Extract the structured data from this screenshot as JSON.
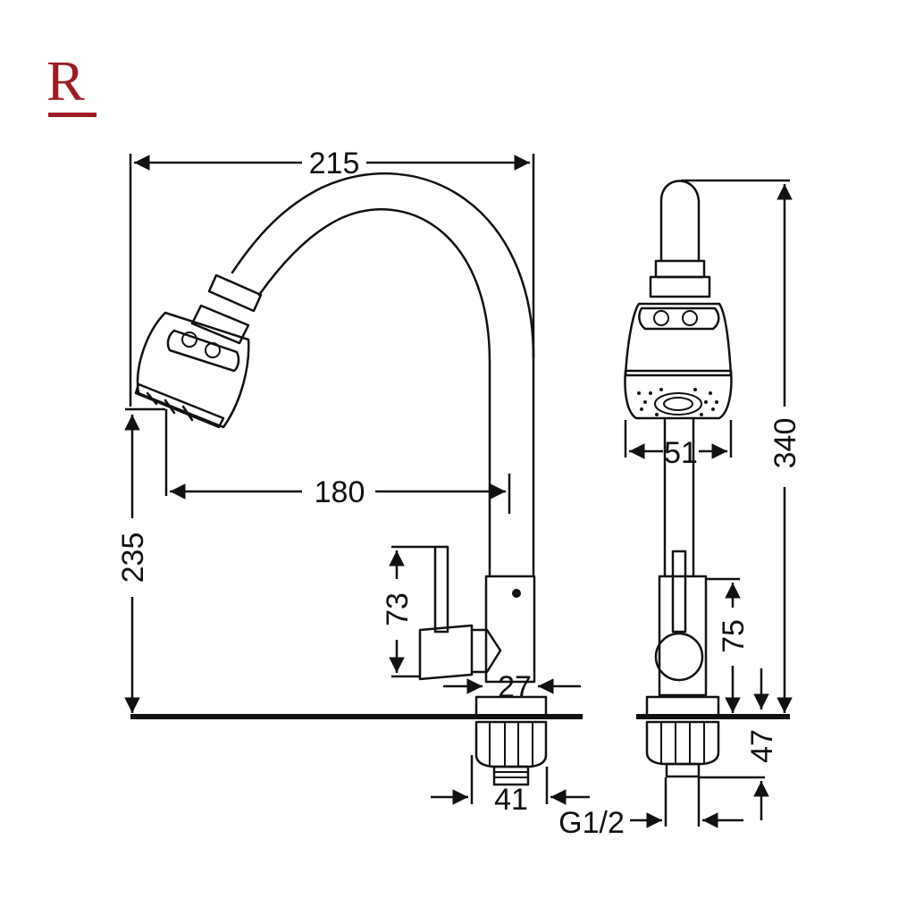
{
  "brand": {
    "letter": "R",
    "color": "#9e1b24"
  },
  "dimensions": {
    "total_width": "215",
    "spout_reach": "180",
    "spout_height": "235",
    "handle_height": "73",
    "body_diameter": "27",
    "nut_diameter": "41",
    "thread": "G1/2",
    "total_height": "340",
    "head_diameter": "51",
    "side_handle_height": "75",
    "below_deck": "47"
  }
}
